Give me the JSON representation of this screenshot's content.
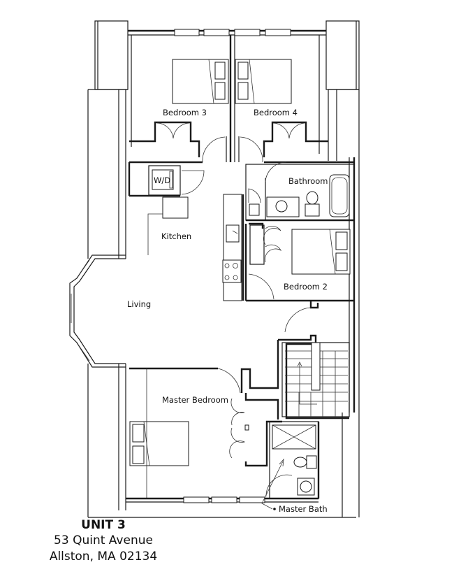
{
  "plan": {
    "rooms": {
      "bedroom3": "Bedroom 3",
      "bedroom4": "Bedroom 4",
      "wd": "W/D",
      "bathroom": "Bathroom",
      "kitchen": "Kitchen",
      "bedroom2": "Bedroom 2",
      "living": "Living",
      "master_bedroom": "Master Bedroom",
      "master_bath": "Master Bath"
    },
    "stair_direction": "up"
  },
  "caption": {
    "unit": "UNIT 3",
    "street": "53 Quint Avenue",
    "city": "Allston, MA 02134"
  }
}
